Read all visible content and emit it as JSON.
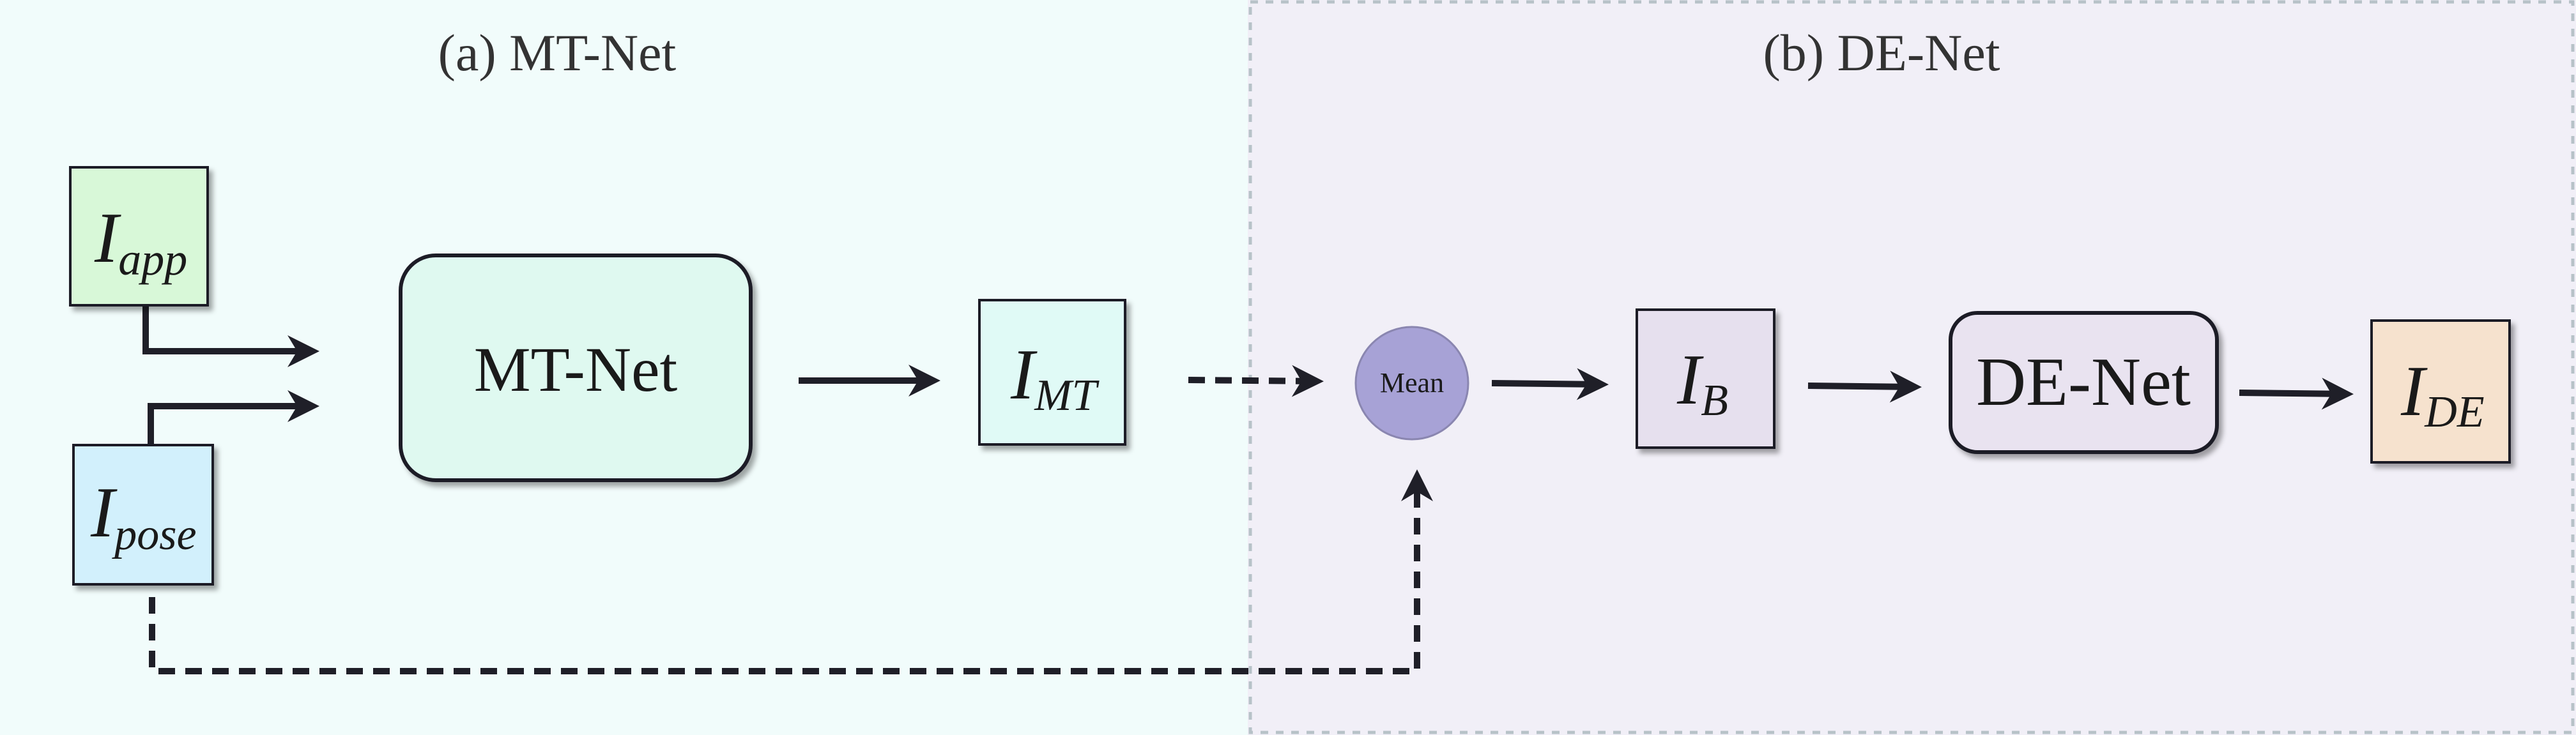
{
  "sections": {
    "left": {
      "title": "(a) MT-Net",
      "bg": "#f1fcfb"
    },
    "right": {
      "title": "(b) DE-Net",
      "bg": "#f1eff7"
    }
  },
  "nodes": {
    "i_app": {
      "main": "I",
      "sub": "app",
      "fill": "#d8f8d8"
    },
    "i_pose": {
      "main": "I",
      "sub": "pose",
      "fill": "#d2f0fc"
    },
    "mt_net": {
      "label": "MT-Net",
      "fill": "#dff9f0"
    },
    "i_mt": {
      "main": "I",
      "sub": "MT",
      "fill": "#e0faf6"
    },
    "mean": {
      "label": "Mean",
      "fill": "#a7a2d6"
    },
    "i_b": {
      "main": "I",
      "sub": "B",
      "fill": "#e6e0ee"
    },
    "de_net": {
      "label": "DE-Net",
      "fill": "#e9e3f0"
    },
    "i_de": {
      "main": "I",
      "sub": "DE",
      "fill": "#f6e2ce"
    }
  },
  "colors": {
    "stroke": "#1f1f28",
    "divider": "#b7c2c8"
  }
}
